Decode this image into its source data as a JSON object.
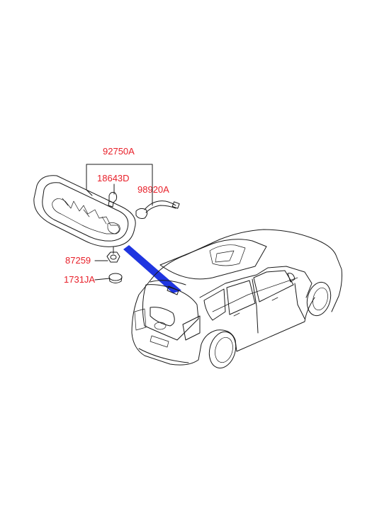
{
  "diagram": {
    "label_color": "#e8202a",
    "line_color": "#1a1a1a",
    "accent_color": "#1f35e0",
    "parts": [
      {
        "id": "p1",
        "number": "92750A"
      },
      {
        "id": "p2",
        "number": "18643D"
      },
      {
        "id": "p3",
        "number": "98920A"
      },
      {
        "id": "p4",
        "number": "87259"
      },
      {
        "id": "p5",
        "number": "1731JA"
      }
    ]
  }
}
